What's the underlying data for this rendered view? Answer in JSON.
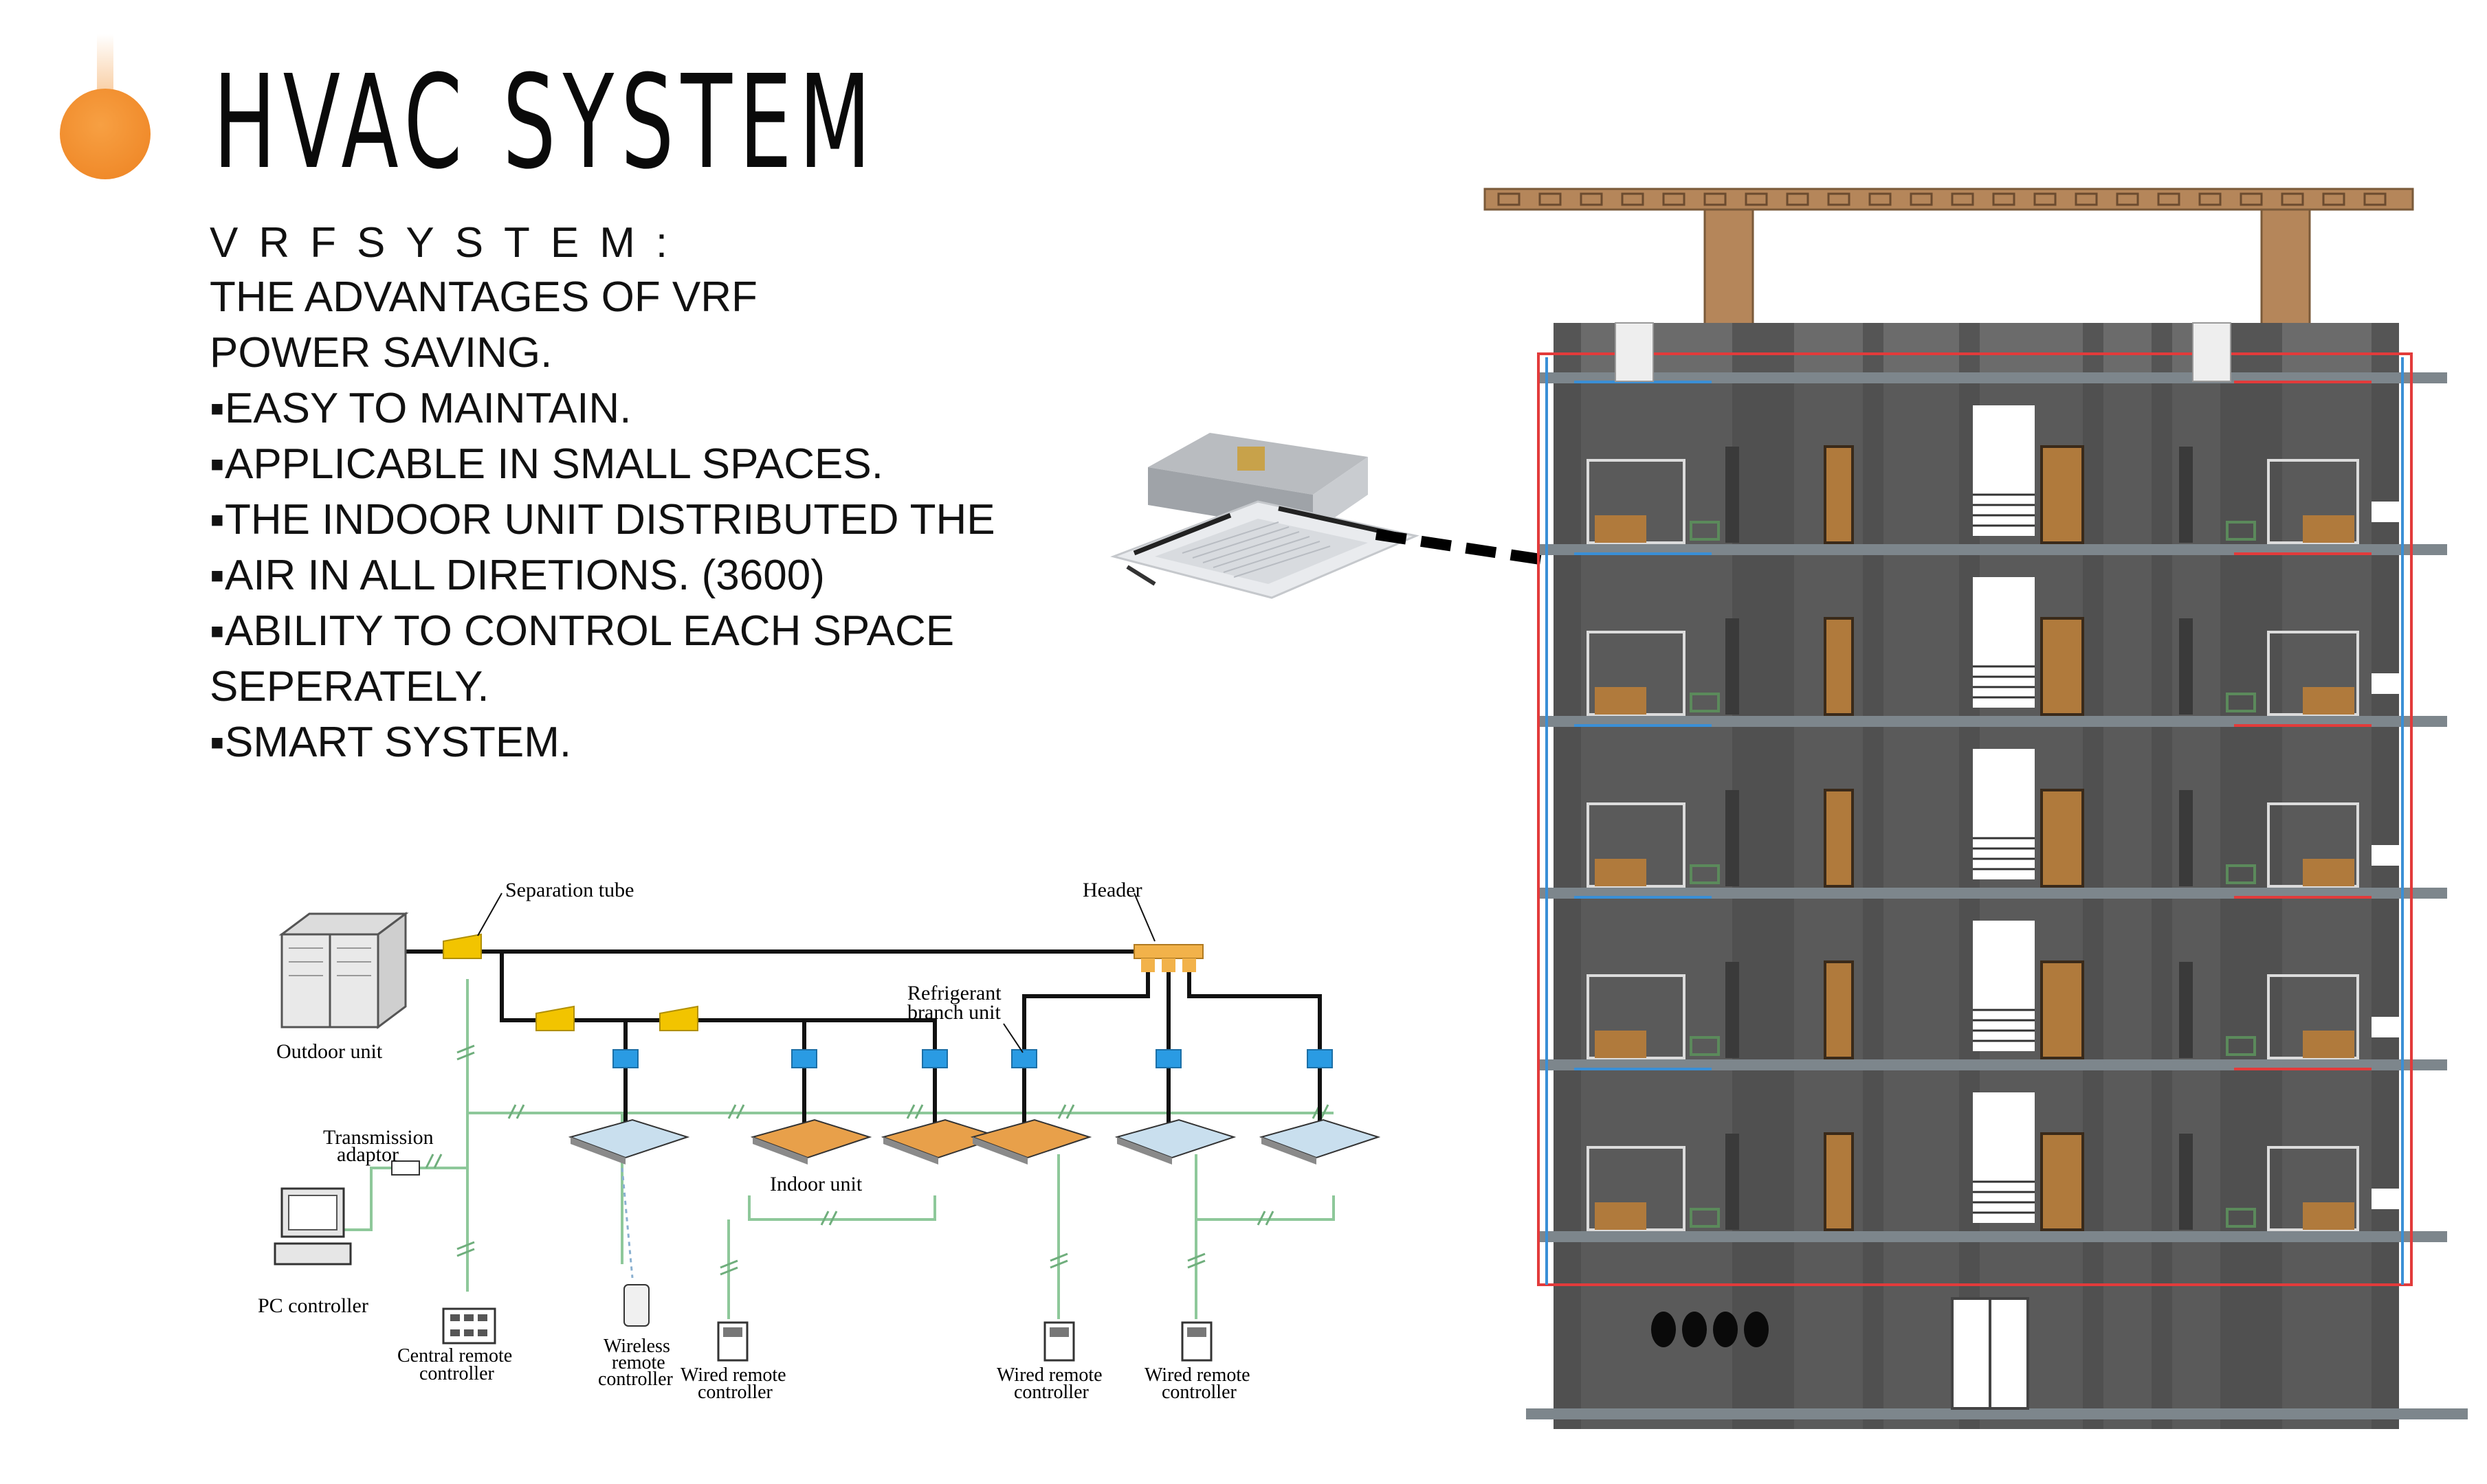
{
  "title": "HVAC  SYSTEM",
  "vrf_heading": "VRFSYSTEM:",
  "lines": [
    "THE ADVANTAGES OF VRF",
    "POWER SAVING.",
    "▪EASY TO MAINTAIN.",
    "▪APPLICABLE IN SMALL SPACES.",
    "▪THE INDOOR UNIT DISTRIBUTED THE",
    "▪AIR IN ALL  DIRETIONS. (3600)",
    "▪ABILITY TO CONTROL EACH SPACE",
    "SEPERATELY.",
    "▪SMART SYSTEM."
  ],
  "schematic": {
    "separation_tube": "Separation tube",
    "header": "Header",
    "outdoor_unit": "Outdoor unit",
    "refrigerant_1": "Refrigerant",
    "refrigerant_2": "branch unit",
    "transmission_1": "Transmission",
    "transmission_2": "adaptor",
    "indoor_unit": "Indoor unit",
    "pc_controller": "PC controller",
    "central_1": "Central remote",
    "central_2": "controller",
    "wireless_1": "Wireless",
    "wireless_2": "remote",
    "wireless_3": "controller",
    "wired_1": "Wired remote",
    "wired_2": "controller"
  },
  "colors": {
    "accent_orange": "#f39233",
    "refrigerant_yellow": "#f2c400",
    "branch_blue": "#2a9be3",
    "signal_green": "#8ec89a",
    "wall_gray": "#5a5a5a",
    "timber": "#b5865a",
    "pipe_red": "#e23b3b",
    "pipe_blue": "#3a8fd6"
  }
}
